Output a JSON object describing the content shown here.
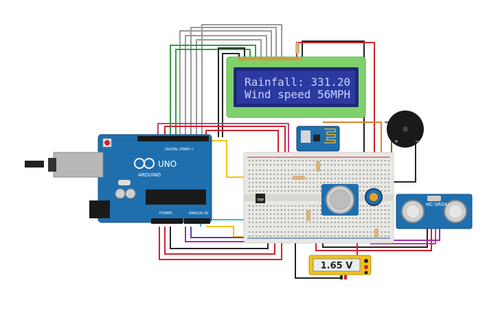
{
  "lcd": {
    "line1": "Rainfall: 331.20",
    "line2": "Wind speed 56MPH"
  },
  "arduino": {
    "brand": "ARDUINO",
    "model": "UNO",
    "digital_label": "DIGITAL (PWM~)",
    "analog_label": "ANALOG IN",
    "power_label": "POWER"
  },
  "multimeter": {
    "reading": "1.65 V"
  },
  "ultrasonic": {
    "model": "HC-SR04"
  },
  "temp_sensor": {
    "label": "TMP"
  },
  "colors": {
    "board": "#1f6fae",
    "lcd_body": "#7fd16b",
    "lcd_screen": "#1e2a78",
    "breadboard": "#e8e8e4",
    "wire_red": "#d0202a",
    "wire_black": "#222222",
    "wire_green": "#2ea043",
    "wire_gray": "#9a9a9a",
    "wire_yellow": "#f3c20f",
    "wire_cyan": "#30b8d8",
    "wire_purple": "#a02aa8",
    "wire_orange": "#d9822b",
    "wire_brown": "#8b5a2b"
  }
}
